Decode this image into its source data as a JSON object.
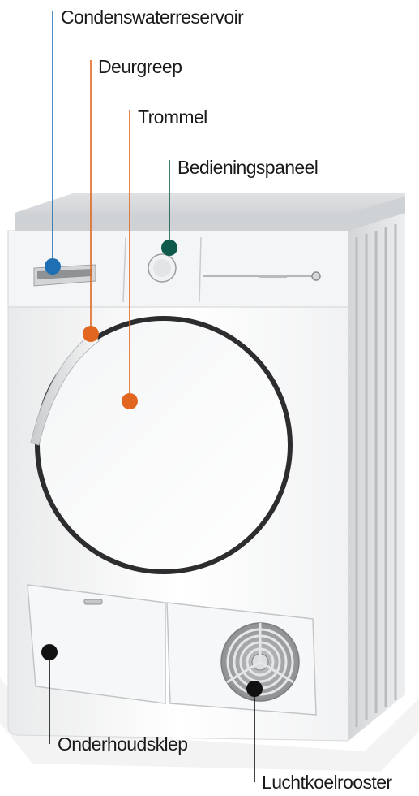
{
  "labels": {
    "condenswaterreservoir": "Condenswaterreservoir",
    "deurgreep": "Deurgreep",
    "trommel": "Trommel",
    "bedieningspaneel": "Bedieningspaneel",
    "onderhoudsklep": "Onderhoudsklep",
    "luchtkoelrooster": "Luchtkoelrooster"
  },
  "colors": {
    "blue": "#1f6fb3",
    "orange": "#e2661f",
    "green": "#0f5a4a",
    "black": "#111111"
  }
}
